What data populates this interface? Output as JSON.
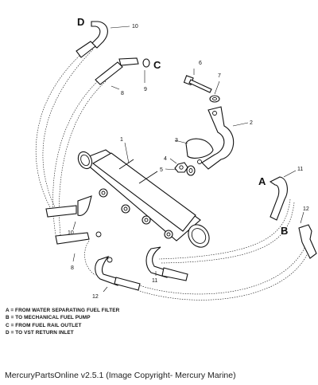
{
  "callouts": {
    "p1": "1",
    "p2": "2",
    "p3": "3",
    "p4": "4",
    "p5": "5",
    "p6": "6",
    "p7": "7",
    "p8a": "8",
    "p8b": "8",
    "p9": "9",
    "p10a": "10",
    "p10b": "10",
    "p11a": "11",
    "p11b": "11",
    "p12a": "12",
    "p12b": "12"
  },
  "letters": {
    "A": "A",
    "B": "B",
    "C": "C",
    "D": "D"
  },
  "legend": [
    "A = FROM WATER SEPARATING FUEL FILTER",
    "B = TO MECHANICAL FUEL PUMP",
    "C = FROM FUEL RAIL OUTLET",
    "D = TO VST RETURN INLET"
  ],
  "caption": "MercuryPartsOnline v2.5.1 (Image Copyright- Mercury Marine)"
}
